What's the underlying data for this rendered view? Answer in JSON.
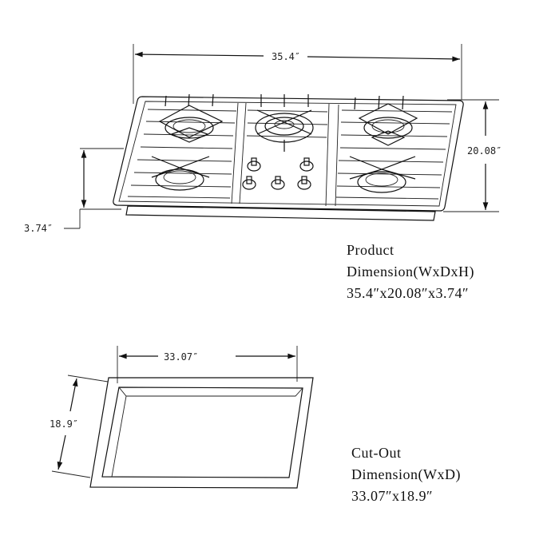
{
  "product": {
    "width_label": "35.4″",
    "depth_label": "20.08″",
    "height_label": "3.74″",
    "spec_title": "Product",
    "spec_subtitle": "Dimension(WxDxH)",
    "spec_value": "35.4″x20.08″x3.74″"
  },
  "cutout": {
    "width_label": "33.07″",
    "depth_label": "18.9″",
    "spec_title": "Cut-Out",
    "spec_subtitle": "Dimension(WxD)",
    "spec_value": "33.07″x18.9″"
  }
}
